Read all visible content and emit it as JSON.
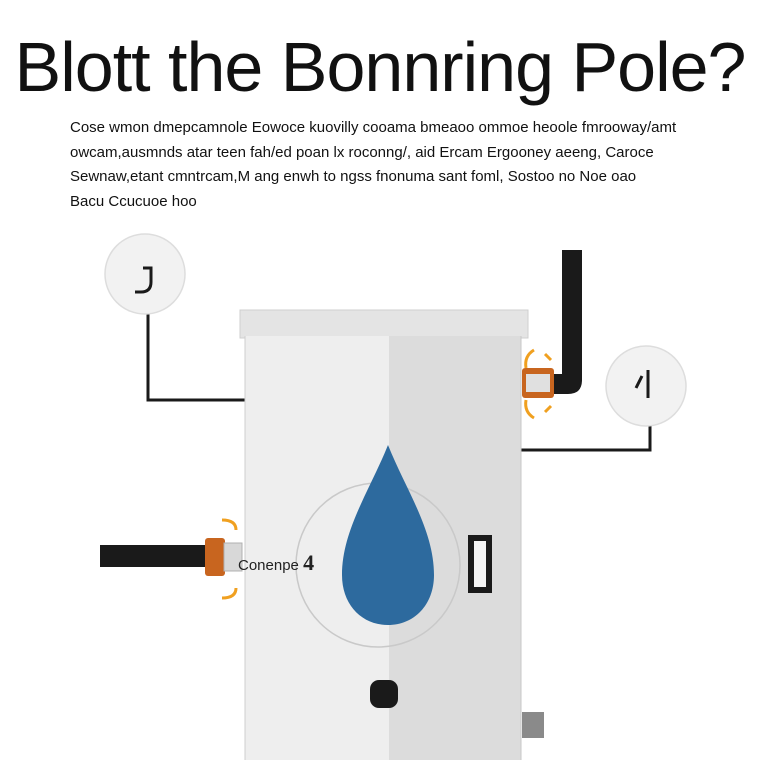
{
  "title": "Blott the Bonnring Pole?",
  "paragraph": {
    "lines": [
      "Cose wmon dmepcamnole Eowoce kuovilly cooama bmeaoo ommoe heoole fmrooway/amt",
      "owcam,ausmnds atar teen fah/ed poan lx roconng/, aid Ercam Ergooney aeeng, Caroce",
      "Sewnaw,etant cmntrcam,M ang enwh to ngss fnonuma sant foml, Sostoo no Noe oao",
      "Bacu Ccucuoe hoo"
    ]
  },
  "heater": {
    "side_label": "Conenpe",
    "side_number": "4"
  },
  "colors": {
    "tank_light": "#eeeeee",
    "tank_mid": "#dcdcdc",
    "tank_top": "#e4e4e4",
    "drop": "#2d6a9e",
    "pipe": "#1a1a1a",
    "fitting": "#c8651f",
    "arrow": "#f0a020",
    "gauge_face": "#f2f2f2"
  },
  "icons": [
    "water-drop-icon",
    "pressure-gauge-icon",
    "valve-fitting-icon",
    "power-button-icon"
  ]
}
